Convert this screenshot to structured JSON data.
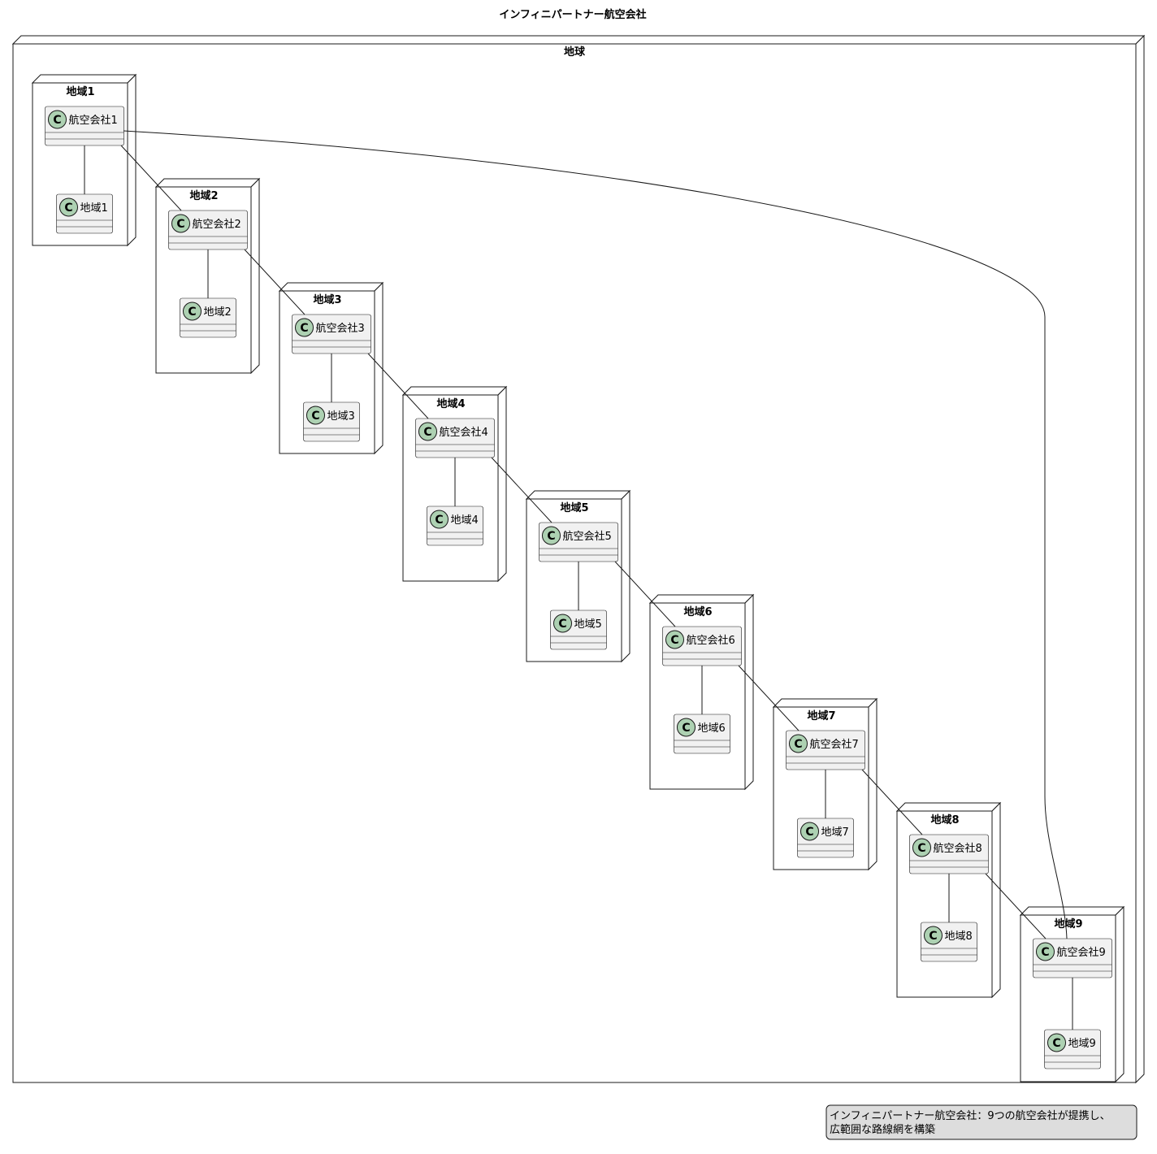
{
  "diagram": {
    "title": "インフィニパートナー航空会社",
    "frame_label": "地球",
    "regions": [
      {
        "node_label": "地域1",
        "airline": "航空会社1",
        "region_class": "地域1"
      },
      {
        "node_label": "地域2",
        "airline": "航空会社2",
        "region_class": "地域2"
      },
      {
        "node_label": "地域3",
        "airline": "航空会社3",
        "region_class": "地域3"
      },
      {
        "node_label": "地域4",
        "airline": "航空会社4",
        "region_class": "地域4"
      },
      {
        "node_label": "地域5",
        "airline": "航空会社5",
        "region_class": "地域5"
      },
      {
        "node_label": "地域6",
        "airline": "航空会社6",
        "region_class": "地域6"
      },
      {
        "node_label": "地域7",
        "airline": "航空会社7",
        "region_class": "地域7"
      },
      {
        "node_label": "地域8",
        "airline": "航空会社8",
        "region_class": "地域8"
      },
      {
        "node_label": "地域9",
        "airline": "航空会社9",
        "region_class": "地域9"
      }
    ],
    "class_icon_letter": "C",
    "legend": {
      "line1": "インフィニパートナー航空会社：9つの航空会社が提携し、",
      "line2": "広範囲な路線網を構築"
    },
    "colors": {
      "class_fill": "#f1f1f1",
      "icon_fill": "#add1b2",
      "legend_fill": "#dddddd",
      "stroke": "#181818"
    }
  }
}
